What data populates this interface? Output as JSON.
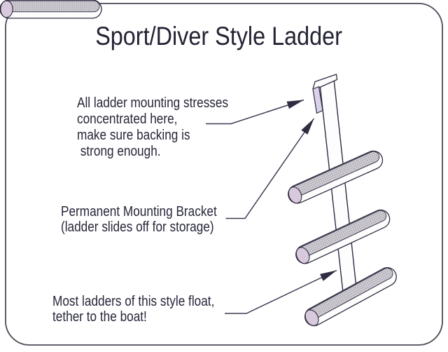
{
  "figure": {
    "title": "Sport/Diver Style Ladder",
    "annotations": {
      "stress": {
        "lines": [
          "All ladder mounting stresses",
          "concentrated here,",
          "make sure backing is",
          " strong enough."
        ],
        "points_to": "top of ladder post / mounting bracket"
      },
      "bracket": {
        "lines": [
          "Permanent Mounting Bracket",
          "(ladder slides off for storage)"
        ],
        "points_to": "hook bracket at top of post"
      },
      "float": {
        "lines": [
          "Most ladders of this style float,",
          "tether to the boat!"
        ],
        "points_to": "lower ladder post"
      }
    },
    "diagram_parts": [
      "mounting-bracket",
      "ladder-post",
      "ladder-rung-top",
      "ladder-rung-middle",
      "ladder-rung-bottom"
    ],
    "colors": {
      "ink": "#2e2c40",
      "text": "#26263a",
      "leader_line": "#3b3b52",
      "border": "#4a4a58",
      "rung_end_cap": "#d9c9dc",
      "bracket_face": "#dad2ea",
      "stipple_base": "#cfccd3",
      "stipple_dot": "#807d89",
      "surface_white": "#fdfdfe",
      "background": "#ffffff"
    }
  }
}
